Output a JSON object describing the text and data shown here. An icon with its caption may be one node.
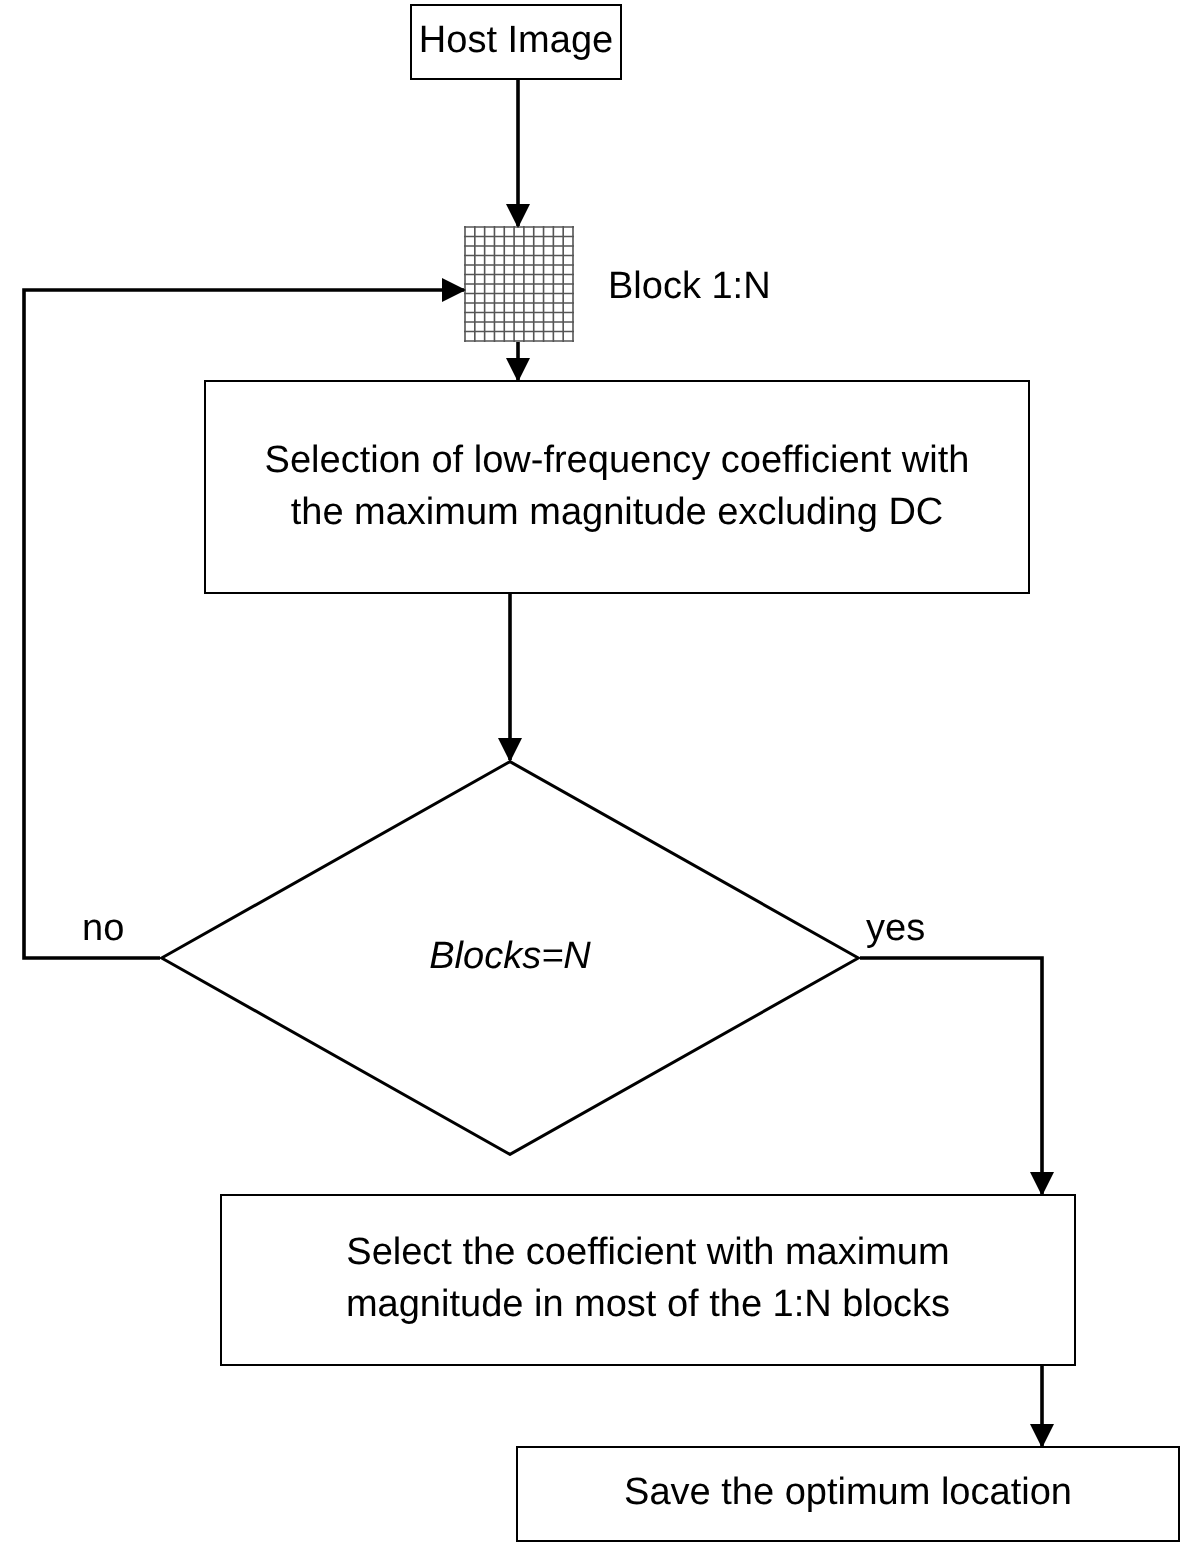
{
  "diagram": {
    "nodes": [
      {
        "text": [
          "Host Image"
        ]
      },
      {
        "text": [],
        "shape": "picture",
        "beside": [
          "Block 1:N"
        ]
      },
      {
        "text": [
          "Selection of low-frequency coefficient with the maximum magnitude excluding DC"
        ]
      },
      {
        "text": [
          "Blocks=N"
        ]
      },
      {
        "text": [
          "Select the coefficient with maximum magnitude in most of the 1:N blocks"
        ]
      },
      {
        "text": [
          "Save the optimum location"
        ]
      }
    ],
    "edges": [
      {
        "from": 0,
        "to": 1,
        "arrow": "to"
      },
      {
        "from": 1,
        "to": 2,
        "arrow": "to"
      },
      {
        "from": 2,
        "to": 3,
        "arrow": "to"
      },
      {
        "from": 3,
        "to": 1,
        "arrow": "to",
        "label": "no"
      },
      {
        "from": 3,
        "to": 4,
        "arrow": "to",
        "label": "yes"
      },
      {
        "from": 4,
        "to": 5,
        "arrow": "to"
      }
    ]
  }
}
